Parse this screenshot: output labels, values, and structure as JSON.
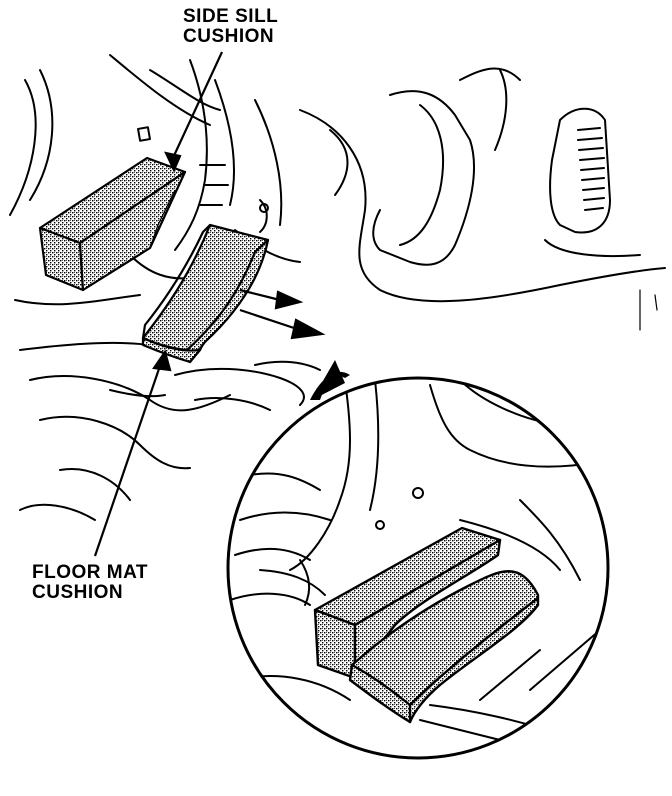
{
  "labels": {
    "side_sill_line1": "SIDE SILL",
    "side_sill_line2": "CUSHION",
    "floor_mat_line1": "FLOOR MAT",
    "floor_mat_line2": "CUSHION"
  },
  "caption": "",
  "colors": {
    "line": "#000000",
    "background": "#ffffff",
    "cushion_fill": "#9a9a9a"
  },
  "icons": [
    "leader-arrow-icon",
    "pointer-arrow-icon",
    "zoom-arrow-icon"
  ]
}
